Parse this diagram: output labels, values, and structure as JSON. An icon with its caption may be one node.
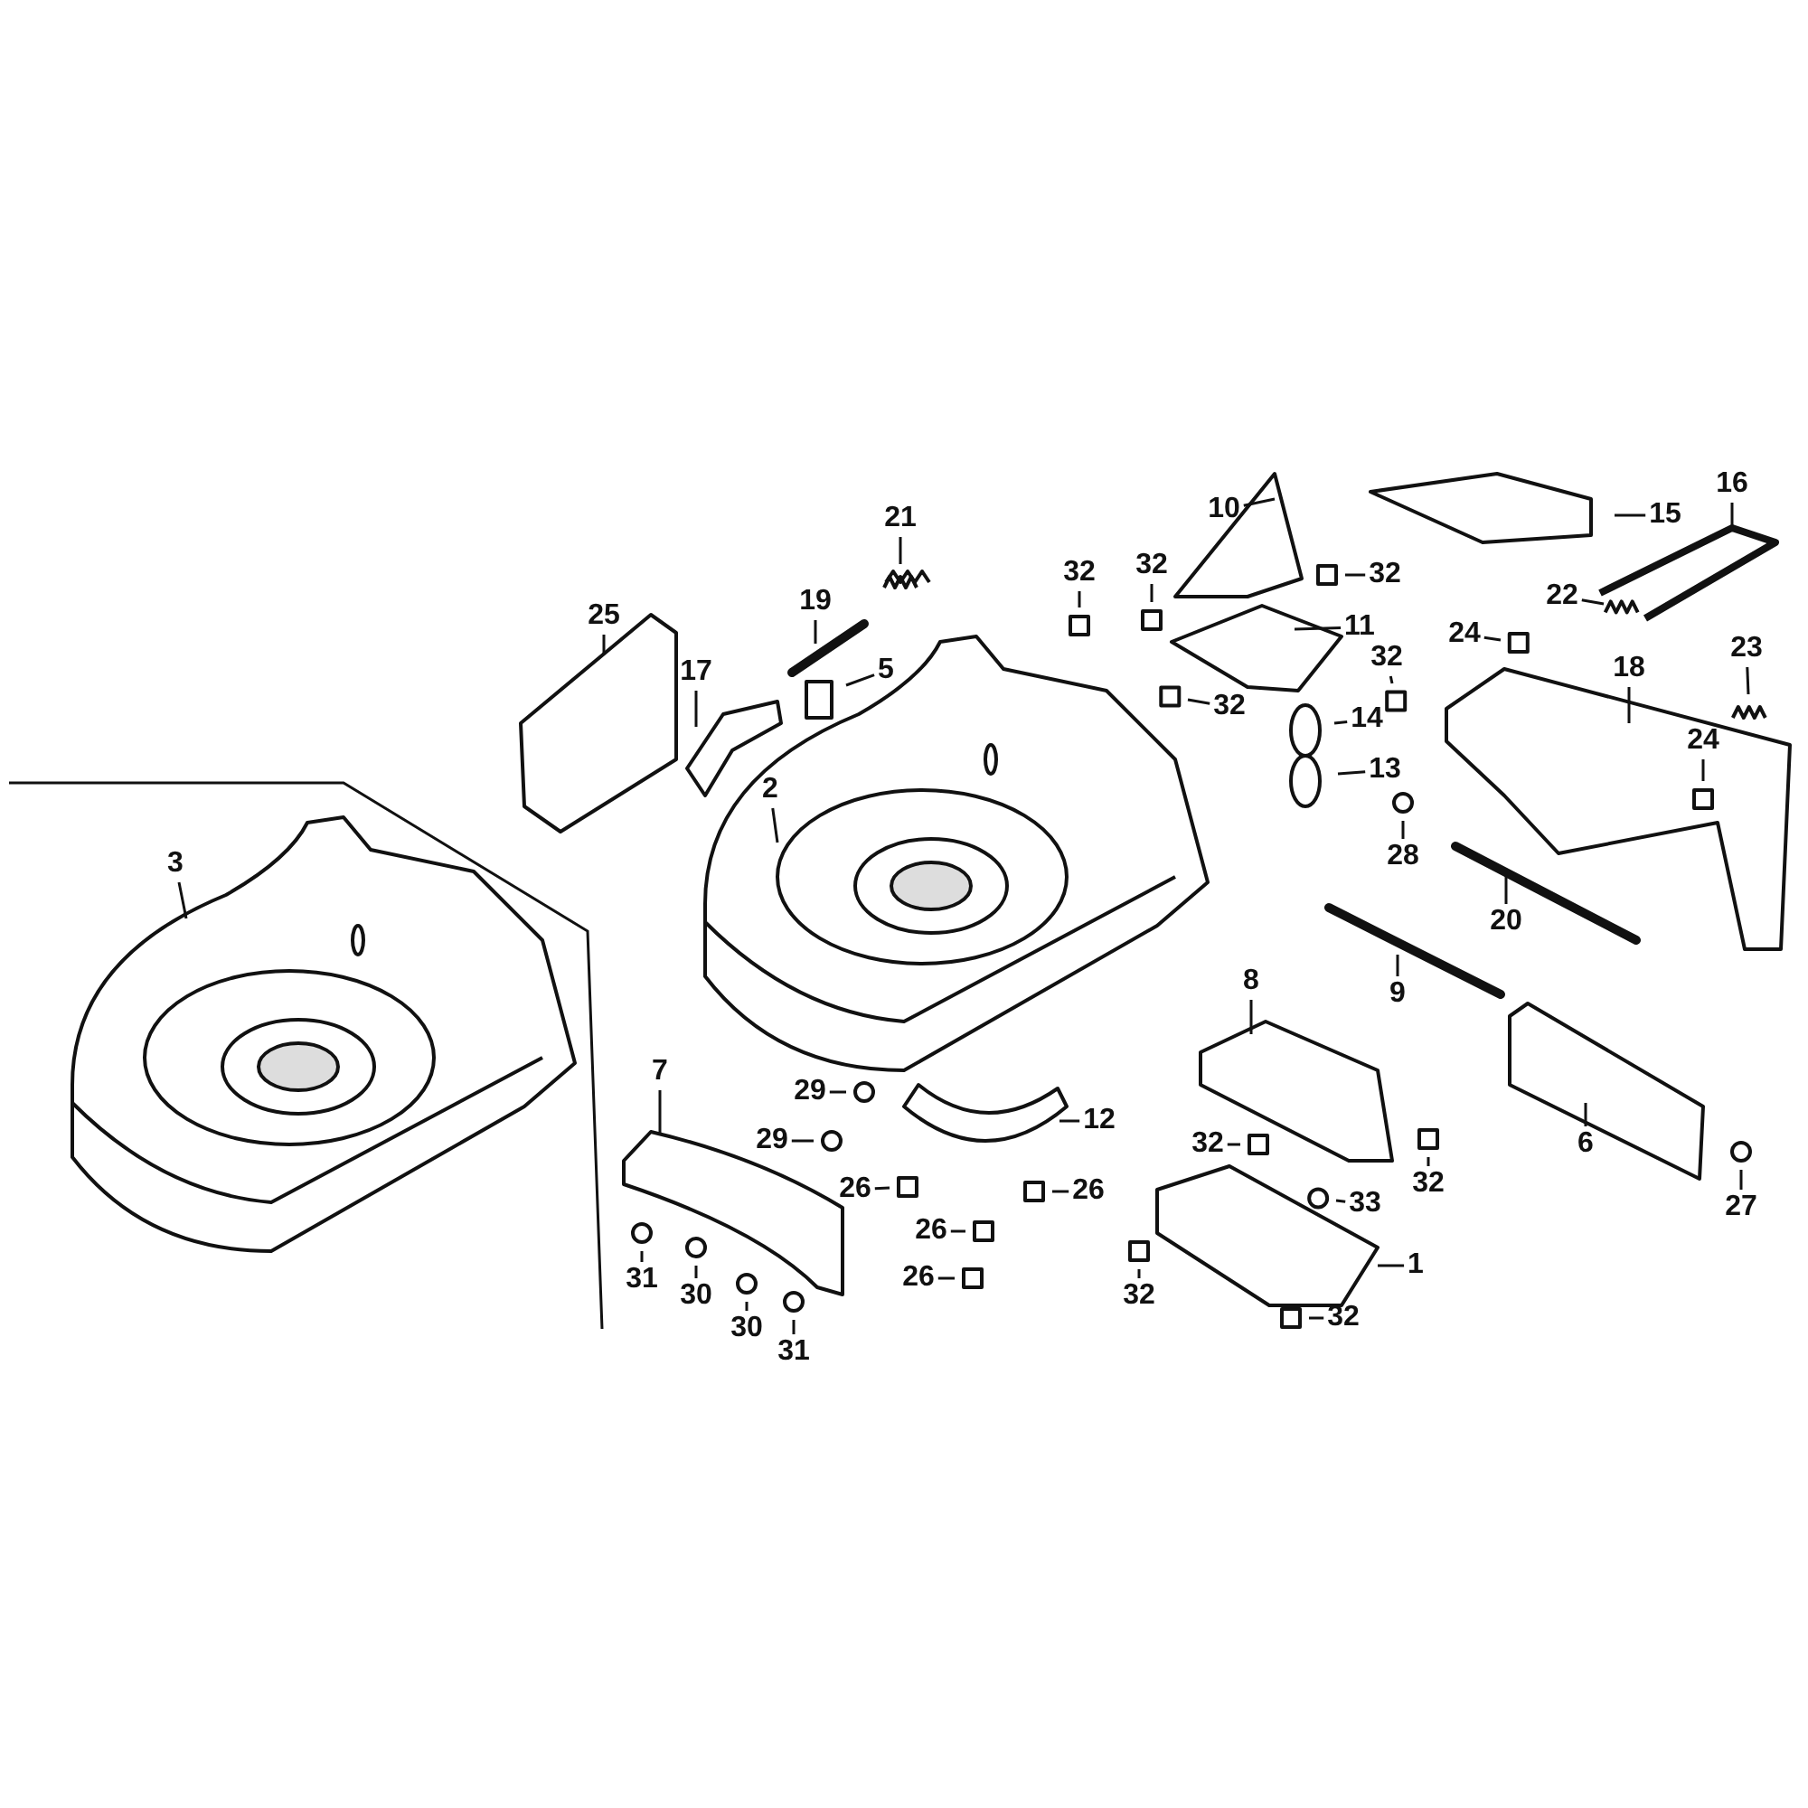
{
  "diagram": {
    "nodes": [
      {
        "text": [
          "21"
        ]
      },
      {
        "text": [
          "10"
        ]
      },
      {
        "text": [
          "16"
        ]
      },
      {
        "text": [
          "15"
        ]
      },
      {
        "text": [
          "19"
        ]
      },
      {
        "text": [
          "32"
        ]
      },
      {
        "text": [
          "32"
        ]
      },
      {
        "text": [
          "32"
        ]
      },
      {
        "text": [
          "25"
        ]
      },
      {
        "text": [
          "17"
        ]
      },
      {
        "text": [
          "22"
        ]
      },
      {
        "text": [
          "11"
        ]
      },
      {
        "text": [
          "24"
        ]
      },
      {
        "text": [
          "32"
        ]
      },
      {
        "text": [
          "5"
        ]
      },
      {
        "text": [
          "32"
        ]
      },
      {
        "text": [
          "18"
        ]
      },
      {
        "text": [
          "23"
        ]
      },
      {
        "text": [
          "14"
        ]
      },
      {
        "text": [
          "24"
        ]
      },
      {
        "text": [
          "2"
        ]
      },
      {
        "text": [
          "13"
        ]
      },
      {
        "text": [
          "28"
        ]
      },
      {
        "text": [
          "3"
        ]
      },
      {
        "text": [
          "20"
        ]
      },
      {
        "text": [
          "8"
        ]
      },
      {
        "text": [
          "9"
        ]
      },
      {
        "text": [
          "7"
        ]
      },
      {
        "text": [
          "29"
        ]
      },
      {
        "text": [
          "12"
        ]
      },
      {
        "text": [
          "29"
        ]
      },
      {
        "text": [
          "6"
        ]
      },
      {
        "text": [
          "32"
        ]
      },
      {
        "text": [
          "32"
        ]
      },
      {
        "text": [
          "26"
        ]
      },
      {
        "text": [
          "26"
        ]
      },
      {
        "text": [
          "33"
        ]
      },
      {
        "text": [
          "27"
        ]
      },
      {
        "text": [
          "26"
        ]
      },
      {
        "text": [
          "1"
        ]
      },
      {
        "text": [
          "31"
        ]
      },
      {
        "text": [
          "26"
        ]
      },
      {
        "text": [
          "30"
        ]
      },
      {
        "text": [
          "32"
        ]
      },
      {
        "text": [
          "32"
        ]
      },
      {
        "text": [
          "30"
        ]
      },
      {
        "text": [
          "31"
        ]
      }
    ],
    "edges": [
      {
        "from": 0,
        "to": null,
        "arrow": "none"
      },
      {
        "from": 1,
        "to": null,
        "arrow": "none"
      },
      {
        "from": 2,
        "to": null,
        "arrow": "none"
      },
      {
        "from": 3,
        "to": null,
        "arrow": "none"
      },
      {
        "from": 4,
        "to": null,
        "arrow": "none"
      },
      {
        "from": 5,
        "to": null,
        "arrow": "none"
      },
      {
        "from": 6,
        "to": null,
        "arrow": "none"
      },
      {
        "from": 7,
        "to": null,
        "arrow": "none"
      },
      {
        "from": 8,
        "to": null,
        "arrow": "none"
      },
      {
        "from": 9,
        "to": null,
        "arrow": "none"
      },
      {
        "from": 10,
        "to": null,
        "arrow": "none"
      },
      {
        "from": 11,
        "to": null,
        "arrow": "none"
      },
      {
        "from": 12,
        "to": null,
        "arrow": "none"
      },
      {
        "from": 13,
        "to": null,
        "arrow": "none"
      },
      {
        "from": 14,
        "to": null,
        "arrow": "none"
      },
      {
        "from": 15,
        "to": null,
        "arrow": "none"
      },
      {
        "from": 16,
        "to": null,
        "arrow": "none"
      },
      {
        "from": 17,
        "to": null,
        "arrow": "none"
      },
      {
        "from": 18,
        "to": null,
        "arrow": "none"
      },
      {
        "from": 19,
        "to": null,
        "arrow": "none"
      },
      {
        "from": 20,
        "to": null,
        "arrow": "none"
      },
      {
        "from": 21,
        "to": null,
        "arrow": "none"
      },
      {
        "from": 22,
        "to": null,
        "arrow": "none"
      },
      {
        "from": 23,
        "to": null,
        "arrow": "none"
      },
      {
        "from": 24,
        "to": null,
        "arrow": "none"
      },
      {
        "from": 25,
        "to": null,
        "arrow": "none"
      },
      {
        "from": 26,
        "to": null,
        "arrow": "none"
      },
      {
        "from": 27,
        "to": null,
        "arrow": "none"
      },
      {
        "from": 28,
        "to": null,
        "arrow": "none"
      },
      {
        "from": 29,
        "to": null,
        "arrow": "none"
      },
      {
        "from": 30,
        "to": null,
        "arrow": "none"
      },
      {
        "from": 31,
        "to": null,
        "arrow": "none"
      },
      {
        "from": 32,
        "to": null,
        "arrow": "none"
      },
      {
        "from": 33,
        "to": null,
        "arrow": "none"
      },
      {
        "from": 34,
        "to": null,
        "arrow": "none"
      },
      {
        "from": 35,
        "to": null,
        "arrow": "none"
      },
      {
        "from": 36,
        "to": null,
        "arrow": "none"
      },
      {
        "from": 37,
        "to": null,
        "arrow": "none"
      },
      {
        "from": 38,
        "to": null,
        "arrow": "none"
      },
      {
        "from": 39,
        "to": null,
        "arrow": "none"
      },
      {
        "from": 40,
        "to": null,
        "arrow": "none"
      },
      {
        "from": 41,
        "to": null,
        "arrow": "none"
      },
      {
        "from": 42,
        "to": null,
        "arrow": "none"
      },
      {
        "from": 43,
        "to": null,
        "arrow": "none"
      },
      {
        "from": 44,
        "to": null,
        "arrow": "none"
      },
      {
        "from": 45,
        "to": null,
        "arrow": "none"
      },
      {
        "from": 46,
        "to": null,
        "arrow": "none"
      }
    ]
  }
}
